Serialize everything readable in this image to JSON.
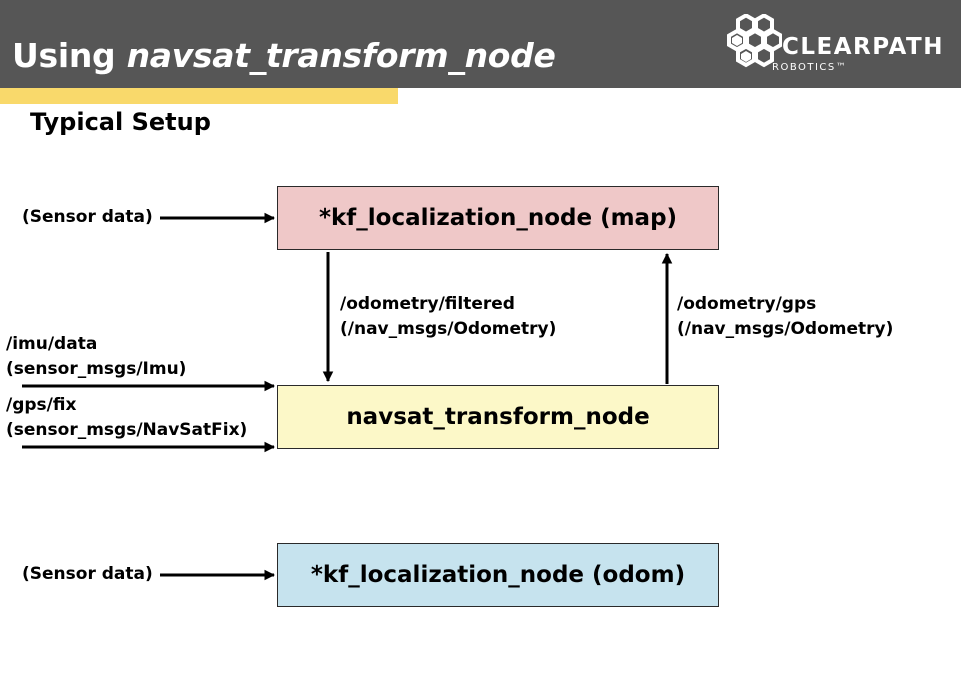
{
  "header": {
    "title_prefix": "Using ",
    "title_emph": "navsat_transform_node",
    "accent_color": "#f9d96b",
    "background_color": "#565656"
  },
  "logo": {
    "icon": "hexagon-cluster-logo-icon",
    "wordmark": "CLEARPATH",
    "sub": "ROBOTICS™"
  },
  "subtitle": "Typical Setup",
  "nodes": {
    "map": {
      "label": "*kf_localization_node (map)",
      "color": "#efc8c8"
    },
    "navsat": {
      "label": "navsat_transform_node",
      "color": "#fcf8c8"
    },
    "odom": {
      "label": "*kf_localization_node (odom)",
      "color": "#c6e3ee"
    }
  },
  "edges": {
    "sensor_to_map": {
      "label": "(Sensor data)"
    },
    "map_to_navsat": {
      "topic": "/odometry/filtered",
      "type": "(/nav_msgs/Odometry)"
    },
    "navsat_to_map": {
      "topic": "/odometry/gps",
      "type": "(/nav_msgs/Odometry)"
    },
    "imu_to_navsat": {
      "topic": "/imu/data",
      "type": "(sensor_msgs/Imu)"
    },
    "gps_to_navsat": {
      "topic": "/gps/fix",
      "type": "(sensor_msgs/NavSatFix)"
    },
    "sensor_to_odom": {
      "label": "(Sensor data)"
    }
  }
}
